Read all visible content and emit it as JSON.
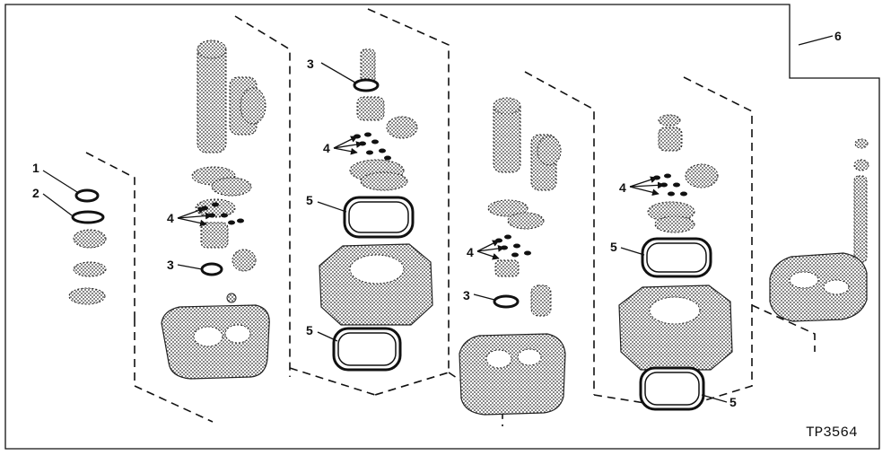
{
  "callouts": {
    "c1": "1",
    "c2": "2",
    "c3a": "3",
    "c3b": "3",
    "c3c": "3",
    "c4a": "4",
    "c4b": "4",
    "c4c": "4",
    "c4d": "4",
    "c5a": "5",
    "c5b": "5",
    "c5c": "5",
    "c5d": "5",
    "c6": "6"
  },
  "figure_id": "TP3564"
}
